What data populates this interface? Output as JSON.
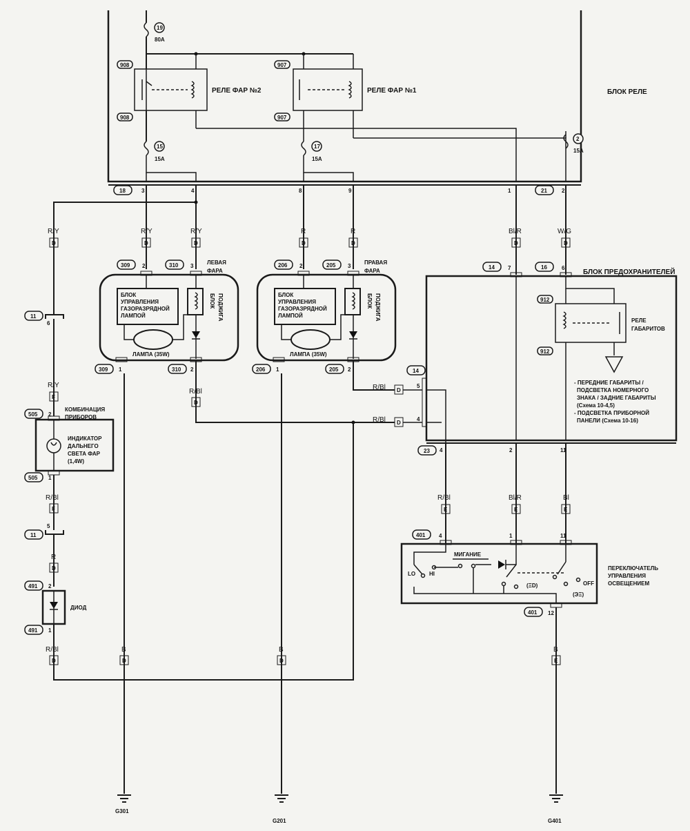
{
  "relay_block": {
    "label": "БЛОК РЕЛЕ",
    "relay2_label": "РЕЛЕ ФАР №2",
    "relay1_label": "РЕЛЕ ФАР №1",
    "relay2_pins": [
      "908",
      "908"
    ],
    "relay1_pins": [
      "907",
      "907"
    ],
    "fuse19": {
      "num": "19",
      "rating": "80A"
    },
    "fuse15": {
      "num": "15",
      "rating": "15A"
    },
    "fuse17": {
      "num": "17",
      "rating": "15A"
    },
    "fuse2": {
      "num": "2",
      "rating": "15A"
    },
    "connector_main": "18",
    "connector_aux": "21",
    "pins": [
      "3",
      "4",
      "8",
      "9",
      "1",
      "2"
    ]
  },
  "wires": {
    "ry": "R/Y",
    "r": "R",
    "blr": "Bl/R",
    "wg": "W/G",
    "rbl": "R/Bl",
    "bl": "Bl",
    "b": "B",
    "d": "D",
    "f": "F",
    "e": "E"
  },
  "left_headlight": {
    "label": "ЛЕВАЯ\nФАРА",
    "label_l1": "ЛЕВАЯ",
    "label_l2": "ФАРА",
    "ecu_l1": "БЛОК",
    "ecu_l2": "УПРАВЛЕНИЯ",
    "ecu_l3": "ГАЗОРАЗРЯДНОЙ",
    "ecu_l4": "ЛАМПОЙ",
    "igniter": "БЛОК ПОДЖИГА",
    "igniter_l1": "БЛОК",
    "igniter_l2": "ПОДЖИГА",
    "lamp": "ЛАМПА (35W)",
    "conn_a": "309",
    "conn_b": "310",
    "pin_a_top": "2",
    "pin_b_top": "3",
    "pin_a_bot": "1",
    "pin_b_bot": "2"
  },
  "right_headlight": {
    "label_l1": "ПРАВАЯ",
    "label_l2": "ФАРА",
    "lamp": "ЛАМПА (35W)",
    "conn_a": "206",
    "conn_b": "205",
    "pin_a_top": "2",
    "pin_b_top": "3",
    "pin_a_bot": "1",
    "pin_b_bot": "2"
  },
  "fuse_block": {
    "label": "БЛОК ПРЕДОХРАНИТЕЛЕЙ",
    "conn_top_a": "14",
    "conn_top_b": "16",
    "pin_top_a": "7",
    "pin_top_b": "6",
    "relay_label_l1": "РЕЛЕ",
    "relay_label_l2": "ГАБАРИТОВ",
    "relay_pins": [
      "912",
      "912"
    ],
    "note_l1": "- ПЕРЕДНИЕ ГАБАРИТЫ /",
    "note_l2": "ПОДСВЕТКА НОМЕРНОГО",
    "note_l3": "ЗНАКА / ЗАДНИЕ ГАБАРИТЫ",
    "note_l4": "(Схема 10-4,5)",
    "note_l5": "- ПОДСВЕТКА ПРИБОРНОЙ",
    "note_l6": "ПАНЕЛИ (Схема 10-16)",
    "conn_side": "14",
    "pin_side_5": "5",
    "pin_side_4": "4",
    "conn_bot": "23",
    "pins_bot": [
      "4",
      "2",
      "11"
    ]
  },
  "cluster": {
    "label_l1": "КОМБИНАЦИЯ",
    "label_l2": "ПРИБОРОВ",
    "ind_l1": "ИНДИКАТОР",
    "ind_l2": "ДАЛЬНЕГО",
    "ind_l3": "СВЕТА ФАР",
    "ind_l4": "(1,4W)",
    "conn_top": "505",
    "conn_bot": "505",
    "pin_top": "2",
    "pin_bot": "1"
  },
  "connector11_top": {
    "num": "11",
    "pin": "6"
  },
  "connector11_bot": {
    "num": "11",
    "pin": "5"
  },
  "diode": {
    "label": "ДИОД",
    "conn": "491",
    "pin_top": "2",
    "pin_bot": "1"
  },
  "switch": {
    "label_l1": "ПЕРЕКЛЮЧАТЕЛЬ",
    "label_l2": "УПРАВЛЕНИЯ",
    "label_l3": "ОСВЕЩЕНИЕМ",
    "flash": "МИГАНИЕ",
    "lo": "LO",
    "hi": "HI",
    "off": "OFF",
    "pos_a": "(ΞD)",
    "pos_b": "(ЭΞ)",
    "conn": "401",
    "pins_top": [
      "4",
      "1",
      "11"
    ],
    "pin_bot": "12"
  },
  "grounds": [
    "G301",
    "G201",
    "G401"
  ]
}
